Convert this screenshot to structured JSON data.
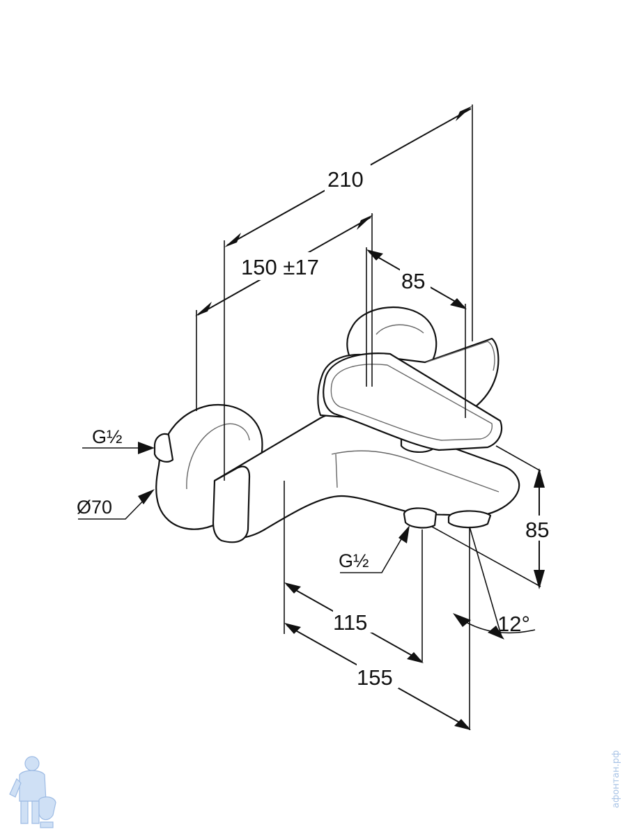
{
  "dimensions": {
    "overall_length": "210",
    "wall_to_handle": "150 ±17",
    "handle_spacing": "85",
    "height": "85",
    "spout_to_outlet": "115",
    "spout_length": "155",
    "tilt_angle": "12°",
    "inlet_thread": "G½",
    "outlet_thread": "G½",
    "flange_diameter": "Ø70"
  },
  "watermark": {
    "text": "афонтан.рф"
  },
  "colors": {
    "line": "#111111",
    "watermark": "#a9c4e6"
  }
}
